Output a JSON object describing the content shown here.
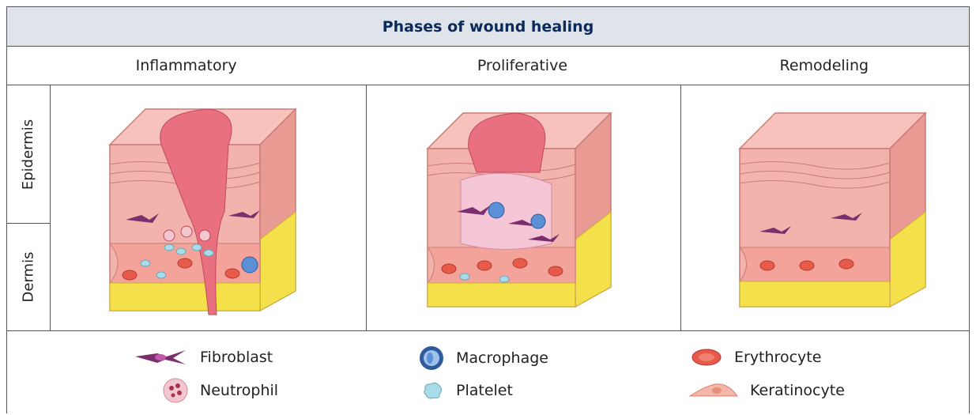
{
  "title": "Phases of wound healing",
  "phases": [
    "Inflammatory",
    "Proliferative",
    "Remodeling"
  ],
  "layers": {
    "top": "Epidermis",
    "bottom": "Dermis"
  },
  "legend": [
    {
      "label": "Fibroblast",
      "icon": "fibroblast-icon"
    },
    {
      "label": "Macrophage",
      "icon": "macrophage-icon"
    },
    {
      "label": "Erythrocyte",
      "icon": "erythrocyte-icon"
    },
    {
      "label": "Neutrophil",
      "icon": "neutrophil-icon"
    },
    {
      "label": "Platelet",
      "icon": "platelet-icon"
    },
    {
      "label": "Keratinocyte",
      "icon": "keratinocyte-icon"
    }
  ],
  "colors": {
    "title_text": "#0b2a5c",
    "title_band": "#dfe3ea",
    "skin": "#f2b3ac",
    "skin_dark": "#e99a93",
    "wound": "#e8707f",
    "fat": "#f4e04a",
    "cell_red": "#e85a4a",
    "macrophage": "#5b8fd6",
    "platelet": "#a8dce8"
  }
}
